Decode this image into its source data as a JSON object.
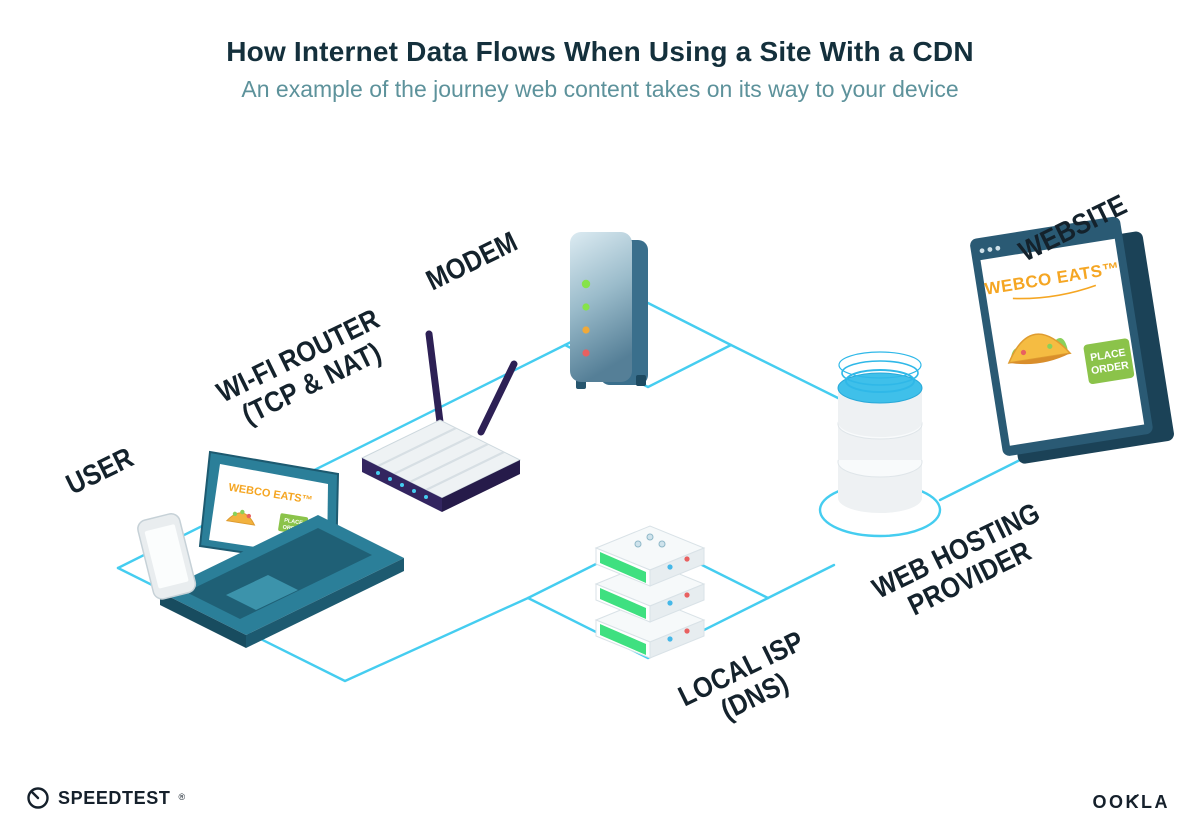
{
  "title": "How Internet Data Flows When Using a Site With a CDN",
  "subtitle": "An example of the journey web content takes on its way to your device",
  "nodes": {
    "user": {
      "label": "USER"
    },
    "router": {
      "label_line1": "WI-FI ROUTER",
      "label_line2": "(TCP & NAT)"
    },
    "modem": {
      "label": "MODEM"
    },
    "isp": {
      "label_line1": "LOCAL ISP",
      "label_line2": "(DNS)"
    },
    "hosting": {
      "label_line1": "WEB HOSTING",
      "label_line2": "PROVIDER"
    },
    "website": {
      "label": "WEBSITE"
    }
  },
  "website_mock": {
    "brand": "WEBCO EATS™",
    "button_line1": "PLACE",
    "button_line2": "ORDER"
  },
  "laptop_mock": {
    "brand": "WEBCO EATS™",
    "button_line1": "PLACE",
    "button_line2": "ORDER"
  },
  "footer": {
    "speedtest_label": "SPEEDTEST",
    "speedtest_mark": "®",
    "ookla_label": "OOKLA"
  },
  "icons": {
    "speedtest_gauge": "speedometer-circle-with-needle",
    "ookla_k": "speedometer-needle-through-k"
  },
  "colors": {
    "line_cyan": "#45cdf0",
    "title": "#14303c",
    "subtitle": "#5d929b",
    "brand_orange": "#f5a623",
    "button_green": "#8bc34a",
    "device_teal": "#2b7f99",
    "router_navy": "#2d2055",
    "server_green": "#3fe080",
    "water_blue": "#3fc0ea"
  }
}
